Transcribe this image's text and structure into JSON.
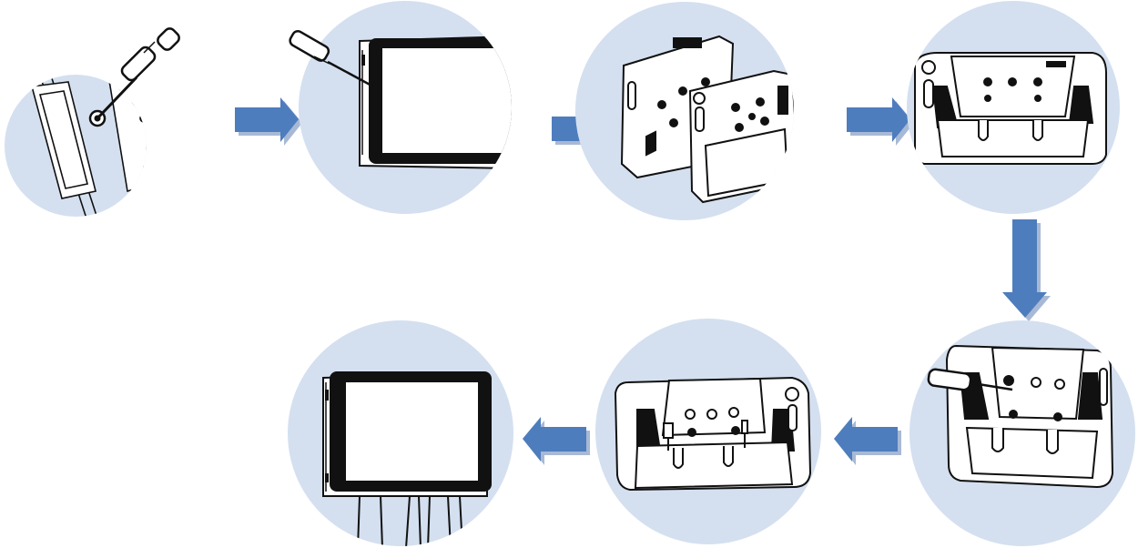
{
  "diagram": {
    "steps": [
      {
        "id": 1,
        "illustration": "remove-screw-from-side"
      },
      {
        "id": 2,
        "illustration": "pry-open-back-cover"
      },
      {
        "id": 3,
        "illustration": "separate-back-bracket-from-tablet"
      },
      {
        "id": 4,
        "illustration": "bracket-rear-view"
      },
      {
        "id": 5,
        "illustration": "screw-bracket-to-wall"
      },
      {
        "id": 6,
        "illustration": "connect-cables"
      },
      {
        "id": 7,
        "illustration": "assembled-tablet-with-cables"
      }
    ],
    "flow_direction": [
      "right",
      "right",
      "right",
      "down",
      "left",
      "left"
    ],
    "colors": {
      "circle_fill": "#d4e0f0",
      "arrow_fill": "#4e7dbe",
      "arrow_shadow": "#a7b9d5",
      "line_art": "#111111"
    },
    "icons": [
      "screwdriver-icon",
      "tablet-icon",
      "wall-bracket-icon",
      "cable-icon",
      "flow-arrow-icon"
    ]
  }
}
